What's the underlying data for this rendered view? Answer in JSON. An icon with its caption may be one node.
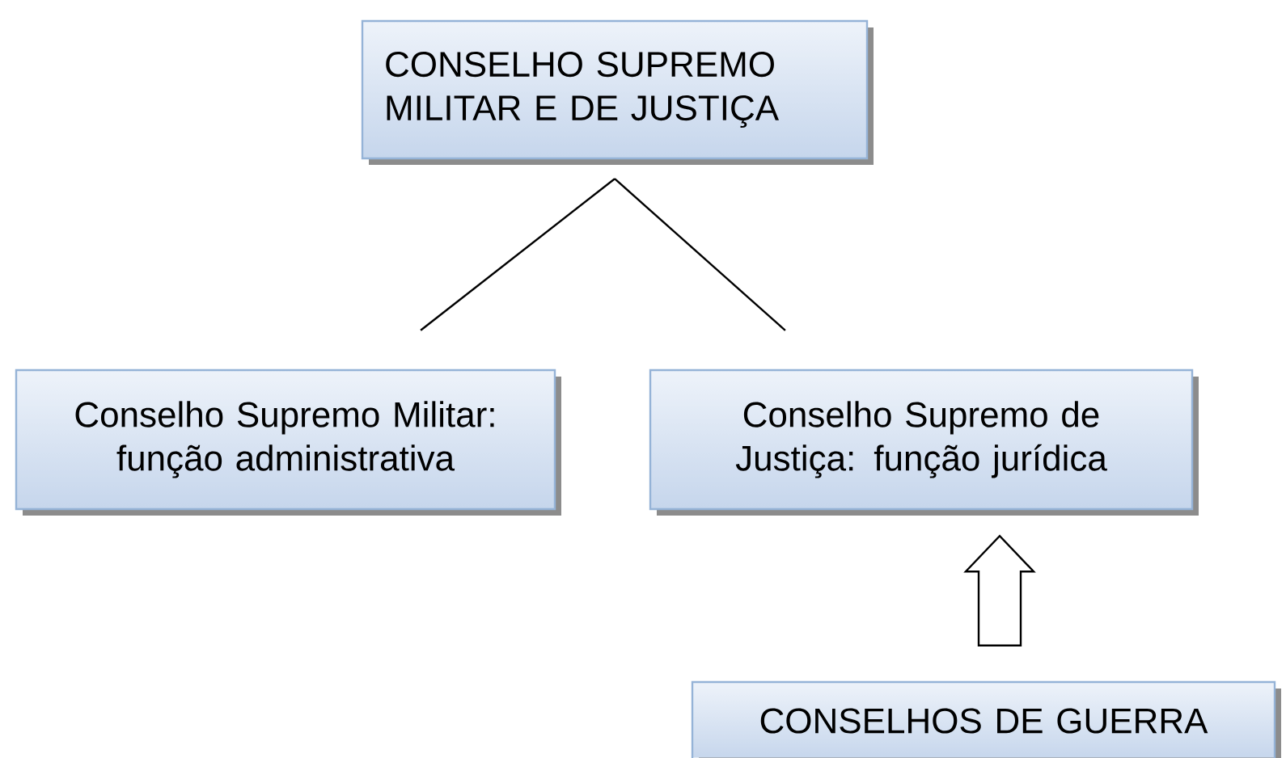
{
  "diagram": {
    "nodes": [
      {
        "text": [
          "CONSELHO SUPREMO MILITAR E DE JUSTIÇA"
        ]
      },
      {
        "text": [
          "Conselho Supremo Militar: função administrativa"
        ]
      },
      {
        "text": [
          "Conselho Supremo de Justiça: função jurídica"
        ]
      },
      {
        "text": [
          "CONSELHOS DE GUERRA"
        ]
      }
    ],
    "edges": [
      {
        "from": 0,
        "to": 1,
        "arrow": "none"
      },
      {
        "from": 0,
        "to": 2,
        "arrow": "none"
      },
      {
        "from": 3,
        "to": 2,
        "arrow": "to"
      }
    ]
  }
}
